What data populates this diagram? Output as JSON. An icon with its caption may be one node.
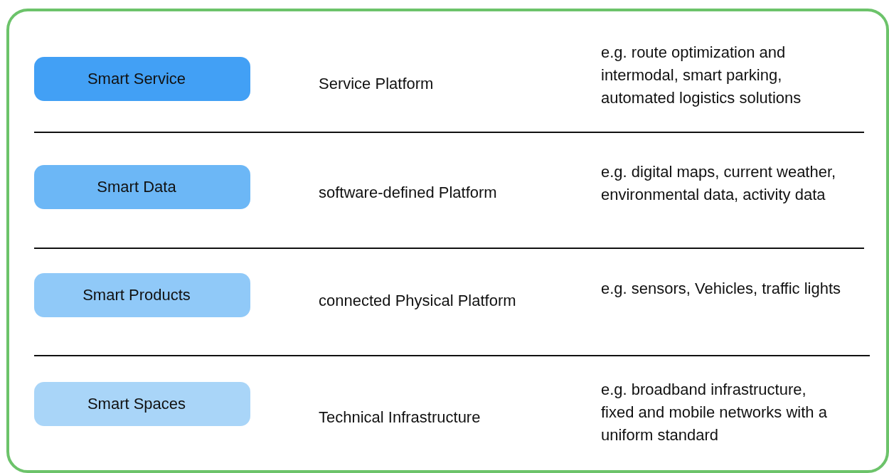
{
  "diagram": {
    "nodes": [
      {
        "text": [
          "Smart Service"
        ]
      },
      {
        "text": [
          "Smart Data"
        ]
      },
      {
        "text": [
          "Smart Products"
        ]
      },
      {
        "text": [
          "Smart Spaces"
        ]
      }
    ],
    "labels": [
      "Service Platform",
      "e.g. route optimization and intermodal, smart parking, automated logistics solutions",
      "software-defined Platform",
      "e.g. digital maps, current weather, environmental data, activity data",
      "connected Physical Platform",
      "e.g. sensors, Vehicles, traffic lights",
      "Technical Infrastructure",
      "e.g. broadband infrastructure, fixed and mobile networks with a uniform standard"
    ]
  }
}
